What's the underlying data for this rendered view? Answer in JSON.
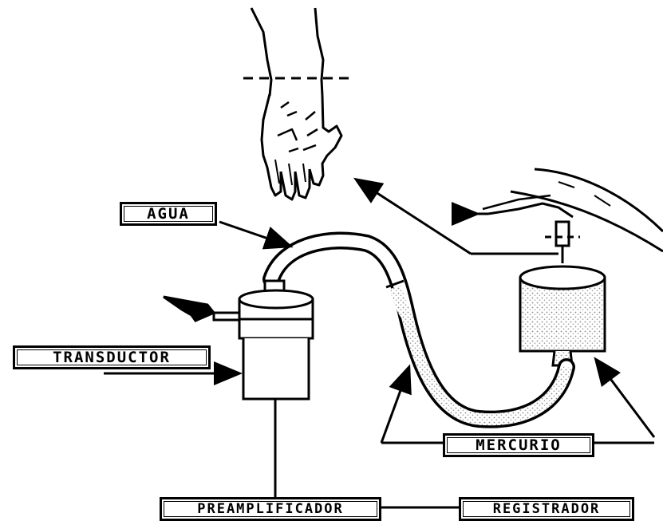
{
  "labels": {
    "agua": "AGUA",
    "transductor": "TRANSDUCTOR",
    "mercurio": "MERCURIO",
    "preamplificador": "PREAMPLIFICADOR",
    "registrador": "REGISTRADOR"
  },
  "colors": {
    "ink": "#000000",
    "paper": "#ffffff",
    "stipple": "#9a9a9a"
  }
}
